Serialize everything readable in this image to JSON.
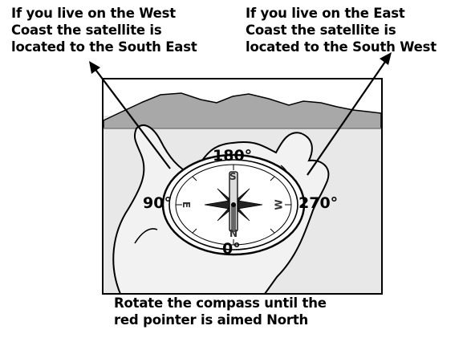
{
  "captions": {
    "west": [
      "If you live on the West",
      "Coast the satellite is",
      "located to the South East"
    ],
    "east": [
      "If you live on the East",
      "Coast the satellite is",
      "located to the South West"
    ],
    "instruction": [
      "Rotate the compass until the",
      "red pointer is aimed North"
    ]
  },
  "compass": {
    "degrees": {
      "north": "180°",
      "east": "90°",
      "west": "270°",
      "south": "0°"
    },
    "directions": {
      "north": "S",
      "east": "E",
      "west": "W",
      "south": "N"
    }
  },
  "icons": [
    "compass-icon",
    "hand-icon",
    "mountain-icon",
    "arrow-icon"
  ],
  "colors": {
    "ink": "#000000",
    "sky": "#ffffff",
    "landscape": "#e6e6e6",
    "mountain": "#a8a8a8"
  }
}
